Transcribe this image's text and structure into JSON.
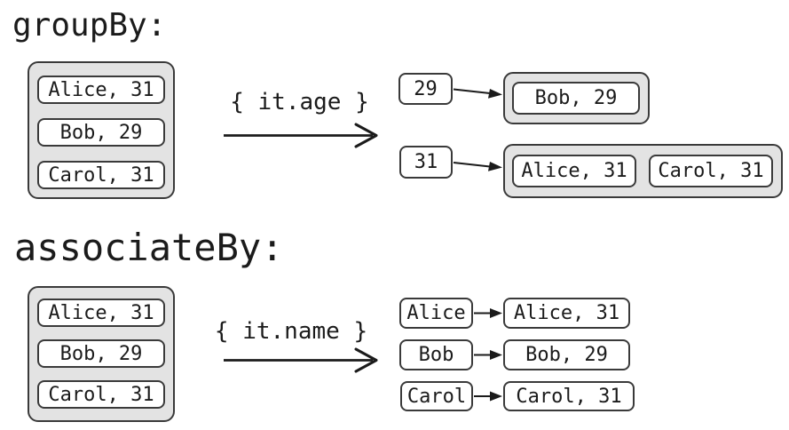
{
  "groupBy": {
    "title": "groupBy:",
    "lambda": "{ it.age }",
    "source_items": [
      "Alice, 31",
      "Bob, 29",
      "Carol, 31"
    ],
    "groups": [
      {
        "key": "29",
        "values": [
          "Bob, 29"
        ]
      },
      {
        "key": "31",
        "values": [
          "Alice, 31",
          "Carol, 31"
        ]
      }
    ]
  },
  "associateBy": {
    "title": "associateBy:",
    "lambda": "{ it.name }",
    "source_items": [
      "Alice, 31",
      "Bob, 29",
      "Carol, 31"
    ],
    "entries": [
      {
        "key": "Alice",
        "value": "Alice, 31"
      },
      {
        "key": "Bob",
        "value": "Bob, 29"
      },
      {
        "key": "Carol",
        "value": "Carol, 31"
      }
    ]
  },
  "colors": {
    "background": "#ffffff",
    "text": "#1b1b1b",
    "border": "#3a3a3a",
    "container_fill": "#e3e3e3",
    "box_fill": "#ffffff",
    "arrow": "#1b1b1b"
  }
}
